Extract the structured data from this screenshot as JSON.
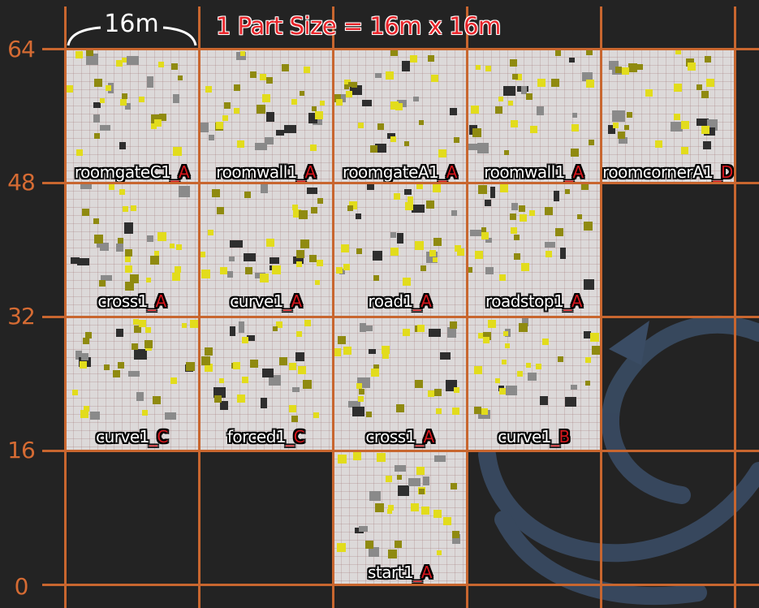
{
  "title": "1 Part Size = 16m x 16m",
  "scale_label": "16m",
  "y_axis_ticks": [
    "64",
    "48",
    "32",
    "16",
    "0"
  ],
  "cells": [
    {
      "name": "roomgateC1",
      "suffix": "_A"
    },
    {
      "name": "roomwall1",
      "suffix": "_A"
    },
    {
      "name": "roomgateA1",
      "suffix": "_A"
    },
    {
      "name": "roomwall1",
      "suffix": "_A"
    },
    {
      "name": "roomcornerA1",
      "suffix": "_D"
    },
    {
      "name": "cross1",
      "suffix": "_A"
    },
    {
      "name": "curve1",
      "suffix": "_A"
    },
    {
      "name": "road1",
      "suffix": "_A"
    },
    {
      "name": "roadstop1",
      "suffix": "_A"
    },
    {
      "name": "curve1",
      "suffix": "_C"
    },
    {
      "name": "forced1",
      "suffix": "_C"
    },
    {
      "name": "cross1",
      "suffix": "_A"
    },
    {
      "name": "curve1",
      "suffix": "_B"
    },
    {
      "name": "start1",
      "suffix": "_A"
    }
  ],
  "colors": {
    "background": "#232323",
    "grid": "#c8662f",
    "axis_text": "#d56b33",
    "title": "#e8242a",
    "suffix": "#d4161c",
    "tile": "#dcd9d9",
    "block": "#e2dc1c"
  }
}
